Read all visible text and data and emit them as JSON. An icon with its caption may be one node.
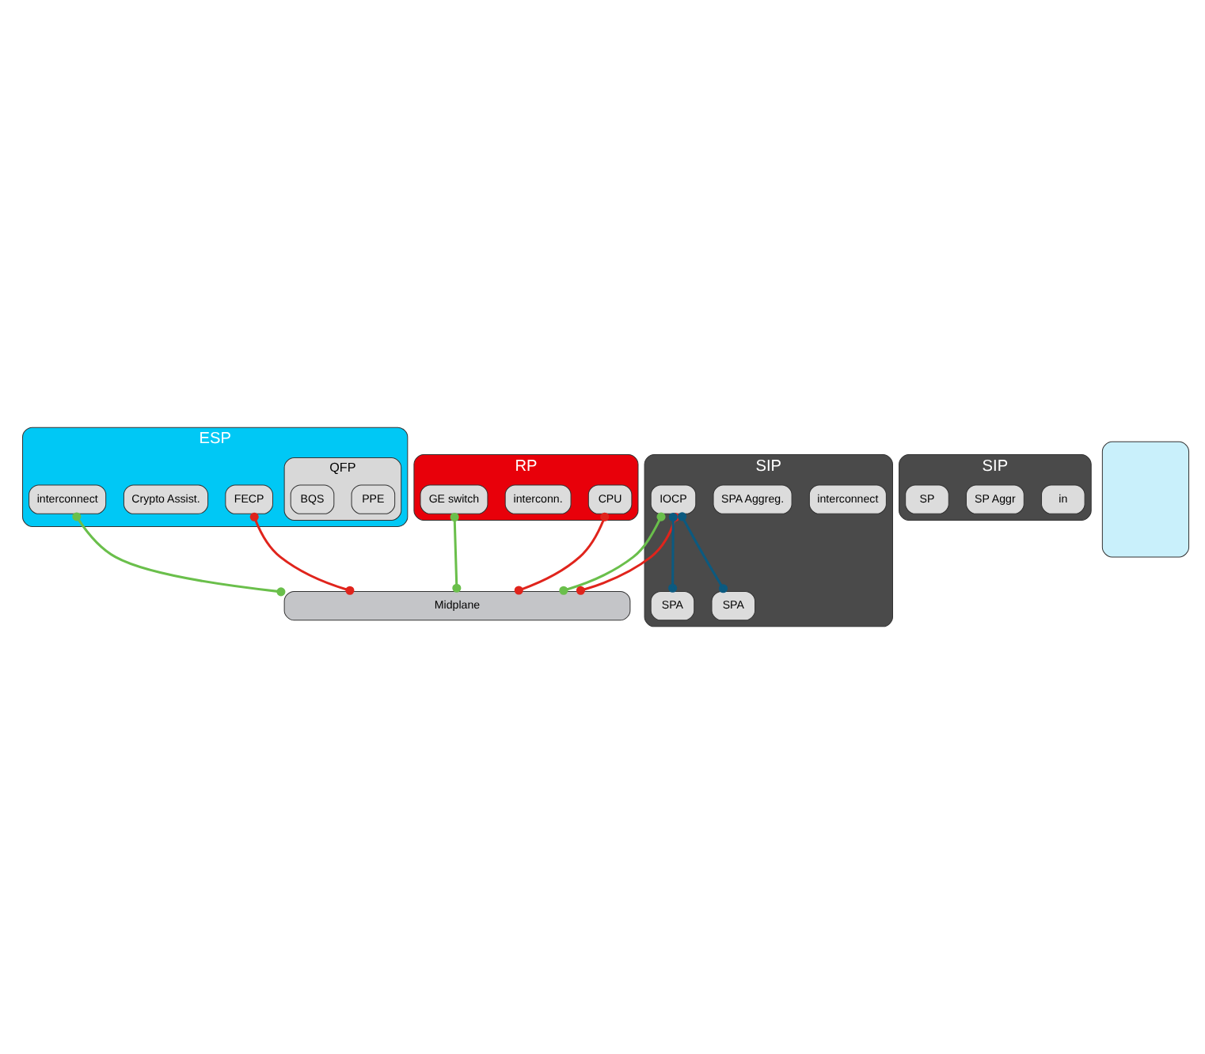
{
  "diagram": {
    "nodes": [
      {
        "text": [
          "ESP"
        ]
      },
      {
        "text": [
          "FECP"
        ],
        "in": 0
      },
      {
        "text": [
          "Crypto Assist."
        ],
        "in": 0
      },
      {
        "text": [
          "QFP"
        ],
        "in": 0
      },
      {
        "text": [
          "PPE"
        ],
        "in": 3
      },
      {
        "text": [
          "BQS"
        ],
        "in": 3
      },
      {
        "text": [
          "interconnect"
        ],
        "in": 0
      },
      {
        "text": [
          "RP"
        ]
      },
      {
        "text": [
          "CPU"
        ],
        "in": 7
      },
      {
        "text": [
          "interconn."
        ],
        "in": 7
      },
      {
        "text": [
          "GE switch"
        ],
        "in": 7
      },
      {
        "text": [
          "Midplane"
        ]
      },
      {
        "text": [
          "SIP"
        ]
      },
      {
        "text": [
          "interconnect"
        ],
        "in": 12
      },
      {
        "text": [
          "SPA Aggreg."
        ],
        "in": 12
      },
      {
        "text": [
          "IOCP"
        ],
        "in": 12
      },
      {
        "text": [
          "SPA"
        ],
        "in": 12
      },
      {
        "text": [
          "SPA"
        ],
        "in": 12
      },
      {
        "text": [
          "SIP"
        ]
      },
      {
        "text": [
          "in"
        ],
        "in": 18
      },
      {
        "text": [
          "SP Aggr"
        ],
        "in": 18
      },
      {
        "text": [
          "SP"
        ],
        "in": 18
      },
      {
        "text": [],
        "shape": "box"
      }
    ],
    "edges": [
      {
        "from": 6,
        "to": 11,
        "arrow": "other",
        "color": "#6abf4b"
      },
      {
        "from": 10,
        "to": 11,
        "arrow": "other",
        "color": "#6abf4b"
      },
      {
        "from": 15,
        "to": 11,
        "arrow": "other",
        "color": "#6abf4b"
      },
      {
        "from": 1,
        "to": 11,
        "arrow": "other",
        "color": "#e0241c"
      },
      {
        "from": 8,
        "to": 11,
        "arrow": "other",
        "color": "#e0241c"
      },
      {
        "from": 15,
        "to": 11,
        "arrow": "other",
        "color": "#e0241c"
      },
      {
        "from": 15,
        "to": 16,
        "arrow": "other",
        "color": "#0b5a80"
      },
      {
        "from": 15,
        "to": 17,
        "arrow": "other",
        "color": "#0b5a80"
      }
    ]
  }
}
